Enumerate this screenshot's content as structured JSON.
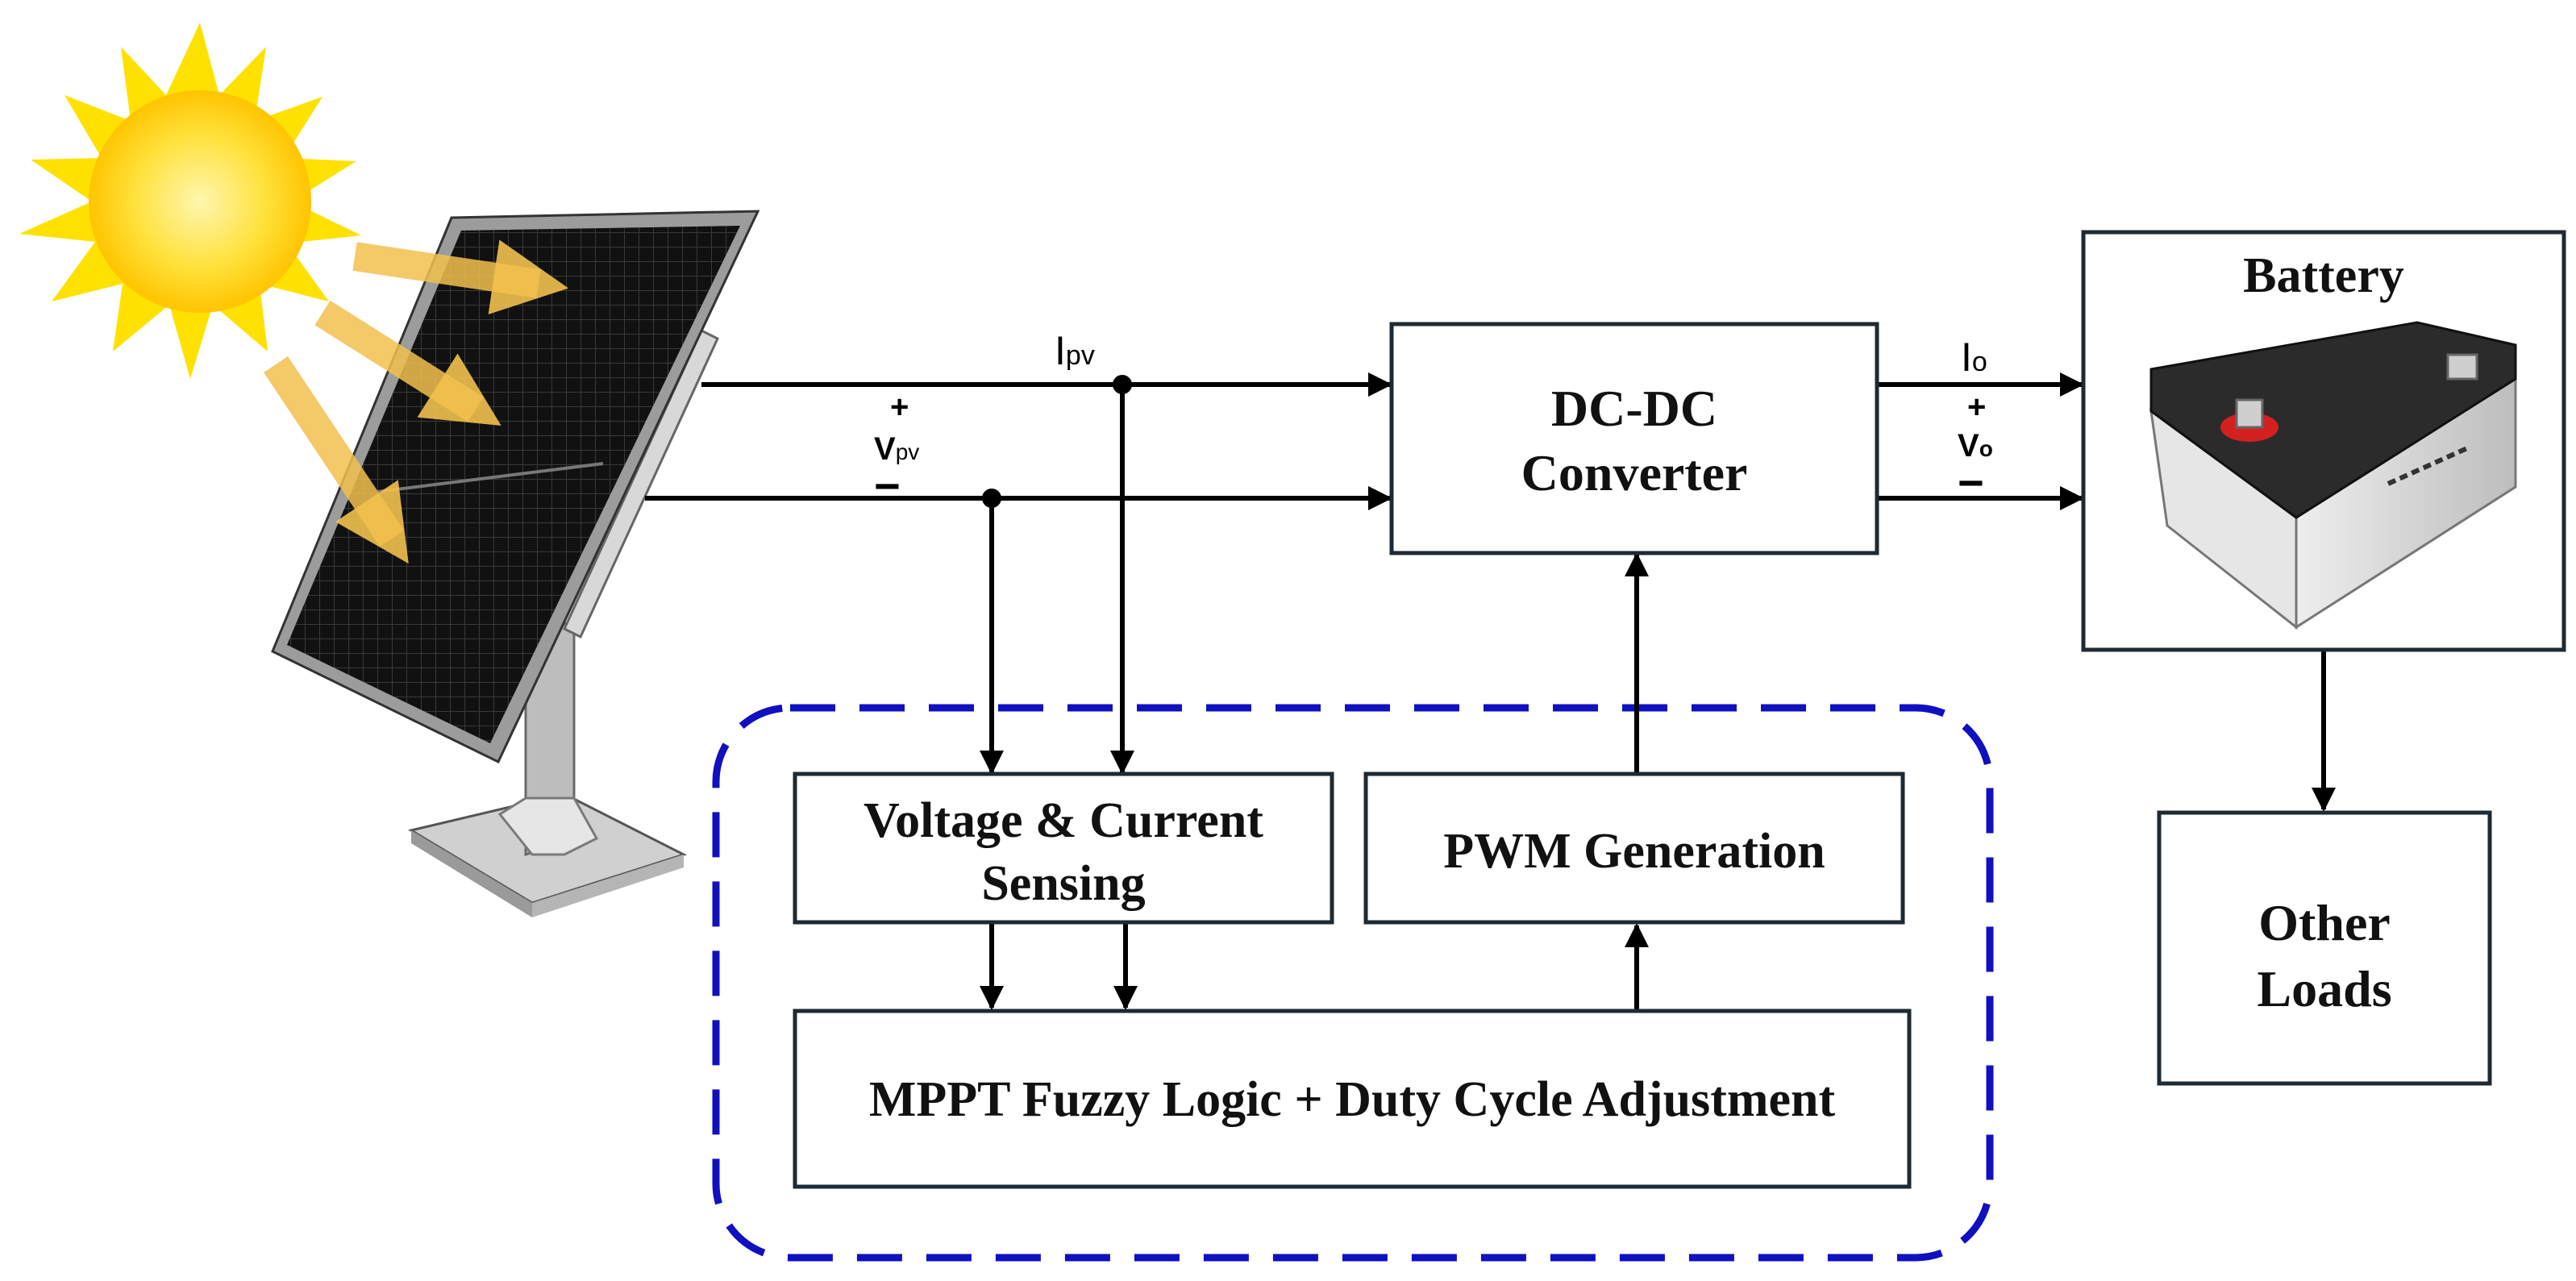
{
  "colors": {
    "box_stroke": "#1e2a33",
    "wire": "#000000",
    "dashed_group": "#1010c0",
    "sun": "#ffe100",
    "sun_core": "#ffd21f",
    "ray_arrow": "#f2c14e",
    "panel": "#121212",
    "battery_body": "#d8d8d8",
    "battery_top": "#2b2b2b",
    "battery_terminal": "#d42020"
  },
  "icons": {
    "sun": "sun-icon",
    "panel": "solar-panel-icon",
    "battery": "battery-icon"
  },
  "signals": {
    "ipv": {
      "main": "I",
      "sub": "pv"
    },
    "vpv": {
      "plus": "+",
      "main": "V",
      "sub": "pv",
      "minus": "−"
    },
    "io": {
      "main": "I",
      "sub": "o"
    },
    "vo": {
      "plus": "+",
      "main": "V",
      "sub": "o",
      "minus": "−"
    }
  },
  "boxes": {
    "converter": {
      "line1": "DC-DC",
      "line2": "Converter"
    },
    "battery": {
      "title": "Battery"
    },
    "sensing": {
      "line1": "Voltage & Current",
      "line2": "Sensing"
    },
    "pwm": {
      "label": "PWM Generation"
    },
    "mppt": {
      "label": "MPPT Fuzzy Logic + Duty Cycle Adjustment"
    },
    "loads": {
      "line1": "Other",
      "line2": "Loads"
    }
  }
}
